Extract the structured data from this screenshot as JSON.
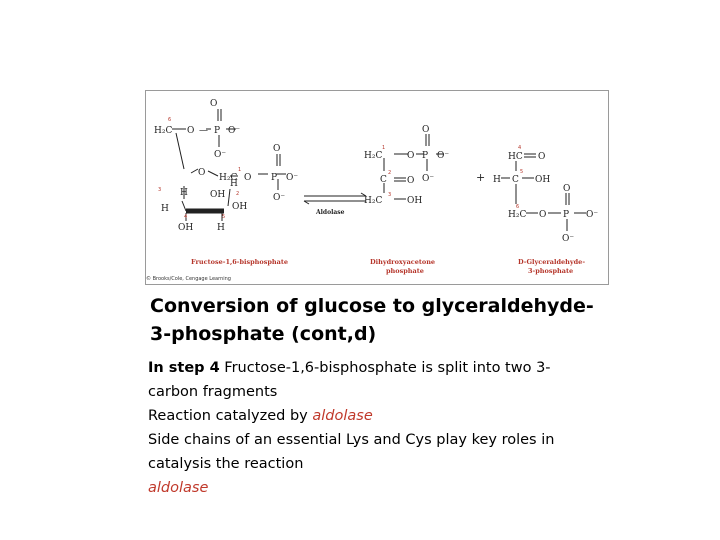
{
  "figure": {
    "credit": "© Brooks/Cole, Cengage Learning",
    "enzyme_label": "Aldolase",
    "compounds": {
      "fbp": "Fructose-1,6-bisphosphate",
      "dhap_line1": "Dihydroxyacetone",
      "dhap_line2": "phosphate",
      "gap_line1": "D-Glyceraldehyde-",
      "gap_line2": "3-phosphate"
    },
    "colors": {
      "label": "#b5352a",
      "ink": "#222222",
      "number": "#b5352a"
    }
  },
  "slide": {
    "title_line1": "Conversion of glucose to glyceraldehyde-",
    "title_line2": "3-phosphate (cont,d)",
    "step_bold": "In step 4",
    "step_text": " Fructose-1,6-bisphosphate  is split into two 3-carbon fragments",
    "catalyzed_prefix": "Reaction catalyzed by ",
    "catalyzed_enzyme": "aldolase",
    "side_chains": "Side chains of an essential Lys and Cys play key roles in catalysis the reaction",
    "footer_enzyme": "aldolase",
    "accent_color": "#c0392b"
  }
}
